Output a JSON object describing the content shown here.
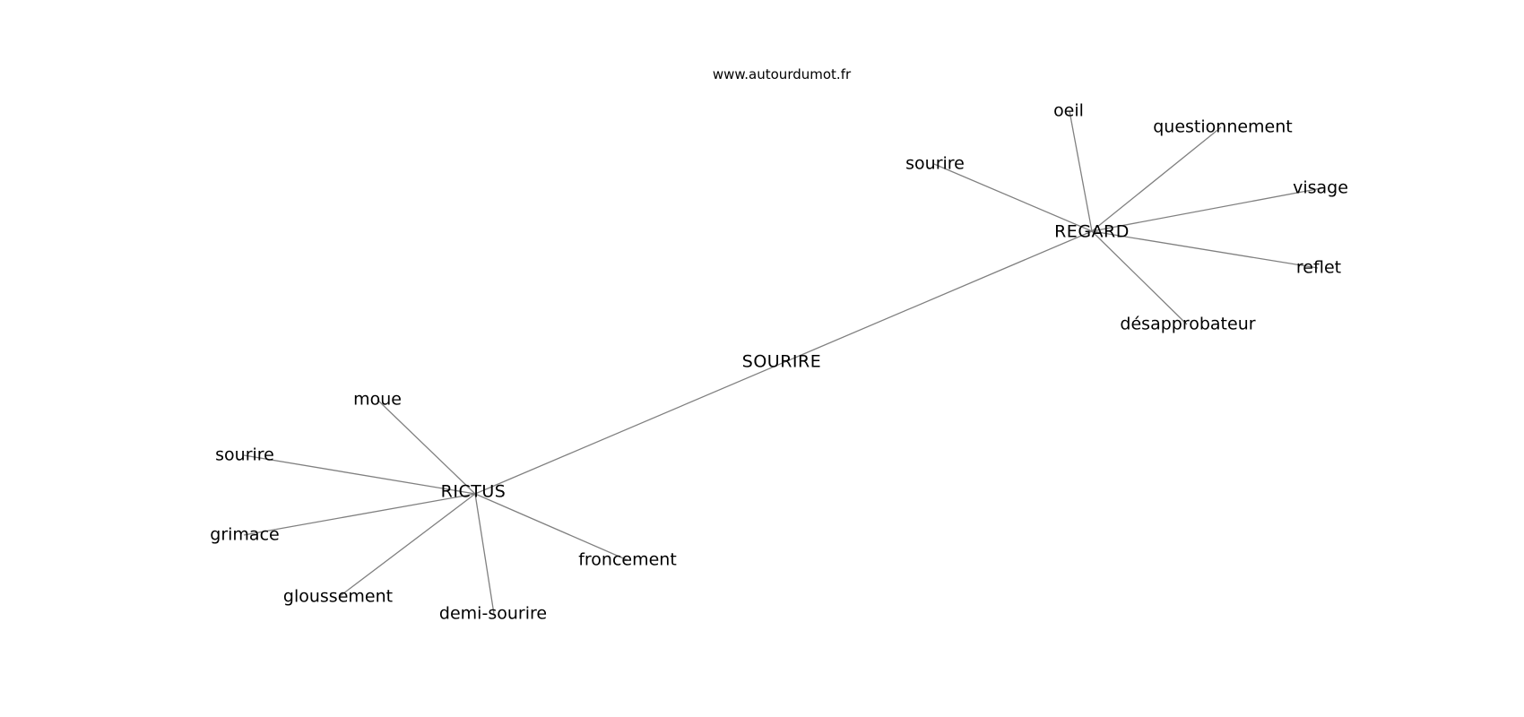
{
  "header": {
    "site": "www.autourdumot.fr"
  },
  "graph": {
    "center": "SOURIRE",
    "hubs": {
      "regard": {
        "label": "REGARD",
        "neighbors": [
          "sourire",
          "oeil",
          "questionnement",
          "visage",
          "reflet",
          "désapprobateur"
        ]
      },
      "rictus": {
        "label": "RICTUS",
        "neighbors": [
          "moue",
          "sourire",
          "grimace",
          "gloussement",
          "demi-sourire",
          "froncement"
        ]
      }
    }
  }
}
